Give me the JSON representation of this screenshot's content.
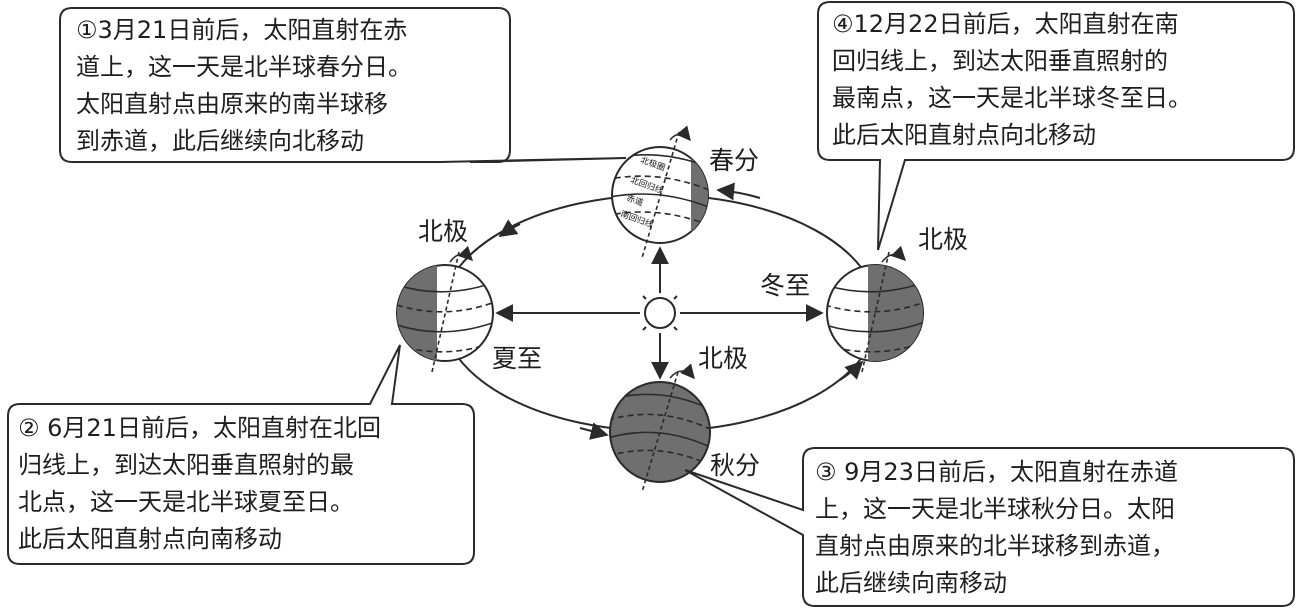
{
  "callouts": {
    "spring": "①3月21日前后，太阳直射在赤\n道上，这一天是北半球春分日。\n太阳直射点由原来的南半球移\n到赤道，此后继续向北移动",
    "winter": "④12月22日前后，太阳直射在南\n回归线上，到达太阳垂直照射的\n最南点，这一天是北半球冬至日。\n此后太阳直射点向北移动",
    "summer": "② 6月21日前后，太阳直射在北回\n归线上，到达太阳垂直照射的最\n北点，这一天是北半球夏至日。\n此后太阳直射点向南移动",
    "autumn": "③ 9月23日前后，太阳直射在赤道\n上，这一天是北半球秋分日。太阳\n直射点由原来的北半球移到赤道，\n此后继续向南移动"
  },
  "labels": {
    "spring": "春分",
    "summer": "夏至",
    "autumn": "秋分",
    "winter": "冬至",
    "north_pole_left": "北极",
    "north_pole_right": "北极",
    "north_pole_bottom": "北极"
  },
  "globe_lines": {
    "arctic_circle": "北极圈",
    "tropic_cancer": "北回归线",
    "equator": "赤道",
    "tropic_capricorn": "南回归线"
  },
  "colors": {
    "line": "#2a2a2a",
    "night_side": "#6f6f6f",
    "day_side": "#ffffff"
  }
}
